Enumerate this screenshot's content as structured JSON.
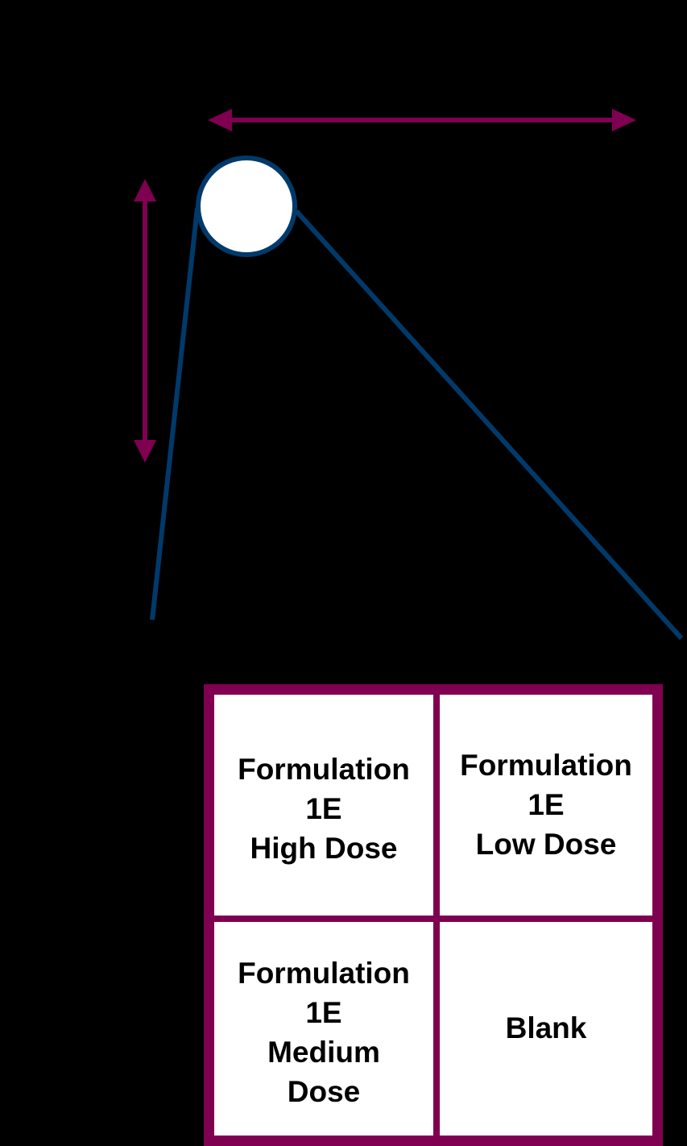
{
  "colors": {
    "background": "#000000",
    "arrow": "#7f0050",
    "line": "#003a6b",
    "grid_border": "#7f0050",
    "cell_fill": "#ffffff"
  },
  "grid": {
    "top_left": [
      "Formulation",
      "1E",
      "High Dose"
    ],
    "top_right": [
      "Formulation",
      "1E",
      "Low Dose"
    ],
    "bottom_left": [
      "Formulation",
      "1E",
      "Medium",
      "Dose"
    ],
    "bottom_right": [
      "Blank"
    ]
  }
}
